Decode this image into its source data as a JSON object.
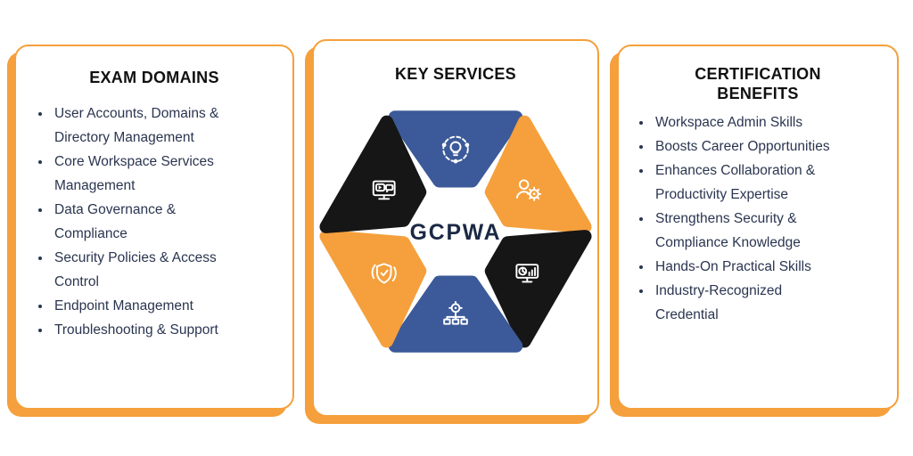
{
  "theme": {
    "orange": "#F5A03C",
    "blue": "#3C5A99",
    "dark": "#161616",
    "text": "#2A3550",
    "heading": "#111111"
  },
  "exam_domains": {
    "title": "EXAM DOMAINS",
    "items": [
      "User Accounts, Domains & Directory Management",
      "Core Workspace Services Management",
      "Data Governance & Compliance",
      "Security Policies & Access Control",
      "Endpoint Management",
      "Troubleshooting & Support"
    ]
  },
  "key_services": {
    "title": "KEY SERVICES",
    "center_label": "GCPWA",
    "segments": [
      {
        "position": "top",
        "color": "blue",
        "icon": "brainstorm-icon"
      },
      {
        "position": "upper-right",
        "color": "orange",
        "icon": "user-gear-icon"
      },
      {
        "position": "lower-right",
        "color": "dark",
        "icon": "analytics-presentation-icon"
      },
      {
        "position": "bottom",
        "color": "blue",
        "icon": "network-gear-icon"
      },
      {
        "position": "lower-left",
        "color": "orange",
        "icon": "shield-check-icon"
      },
      {
        "position": "upper-left",
        "color": "dark",
        "icon": "media-monitor-icon"
      }
    ]
  },
  "certification_benefits": {
    "title": "CERTIFICATION BENEFITS",
    "items": [
      "Workspace Admin Skills",
      "Boosts Career Opportunities",
      "Enhances Collaboration & Productivity Expertise",
      "Strengthens Security & Compliance Knowledge",
      "Hands-On Practical Skills",
      "Industry-Recognized Credential"
    ]
  }
}
